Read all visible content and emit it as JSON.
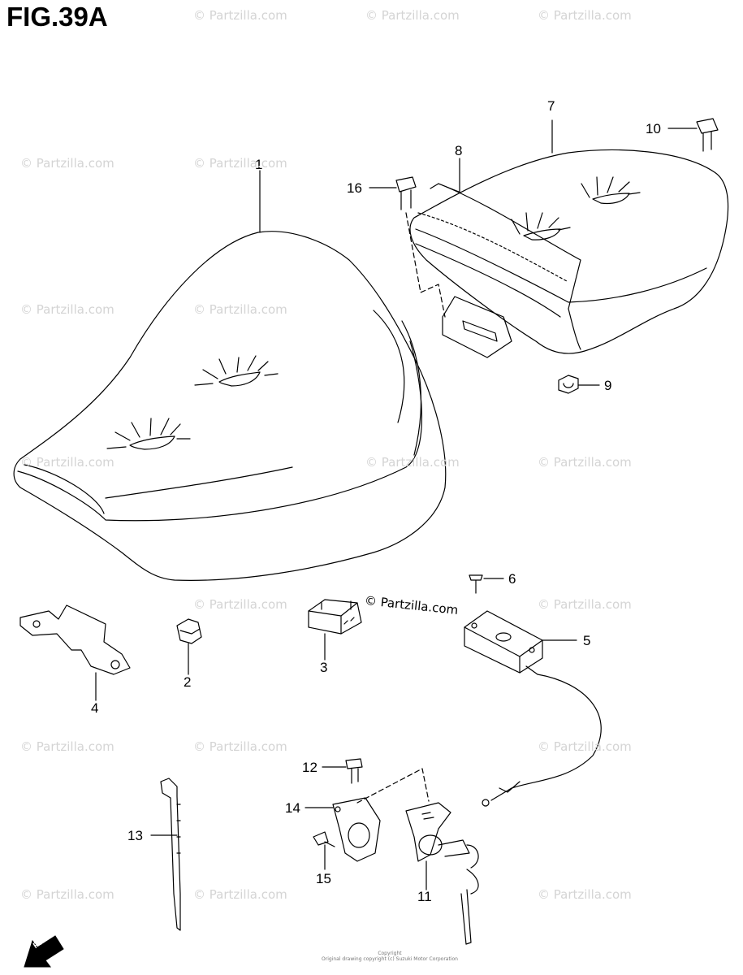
{
  "figure": {
    "title": "FIG.39A"
  },
  "callouts": [
    {
      "id": "1",
      "label": "1"
    },
    {
      "id": "2",
      "label": "2"
    },
    {
      "id": "3",
      "label": "3"
    },
    {
      "id": "4",
      "label": "4"
    },
    {
      "id": "5",
      "label": "5"
    },
    {
      "id": "6",
      "label": "6"
    },
    {
      "id": "7",
      "label": "7"
    },
    {
      "id": "8",
      "label": "8"
    },
    {
      "id": "9",
      "label": "9"
    },
    {
      "id": "10",
      "label": "10"
    },
    {
      "id": "11",
      "label": "11"
    },
    {
      "id": "12",
      "label": "12"
    },
    {
      "id": "13",
      "label": "13"
    },
    {
      "id": "14",
      "label": "14"
    },
    {
      "id": "15",
      "label": "15"
    },
    {
      "id": "16",
      "label": "16"
    }
  ],
  "brand_note": "© Partzilla.com",
  "watermark": {
    "text": "© Partzilla.com",
    "color": "#d4d4d4"
  },
  "fwd_arrow": {
    "label": "FWD"
  },
  "copyright_small": {
    "line1": "Copyright",
    "line2": "Original drawing copyright (c) Suzuki Motor Corporation"
  }
}
